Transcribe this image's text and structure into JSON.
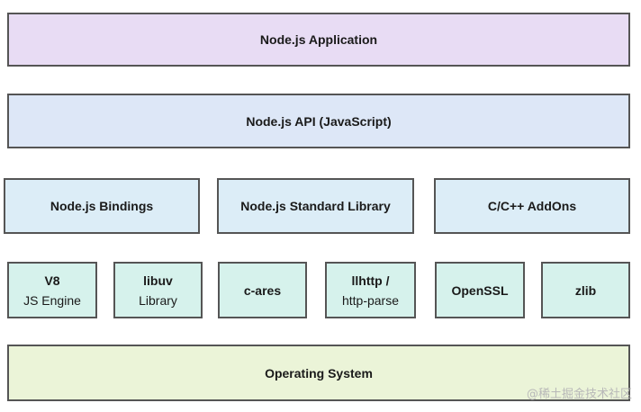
{
  "layers": {
    "application": {
      "label": "Node.js Application",
      "color": "#e8dcf4"
    },
    "api": {
      "label": "Node.js API (JavaScript)",
      "color": "#dde7f7"
    },
    "bindings": {
      "label": "Node.js Bindings",
      "color": "#dcedf7"
    },
    "stdlib": {
      "label": "Node.js Standard Library",
      "color": "#dcedf7"
    },
    "addons": {
      "label": "C/C++ AddOns",
      "color": "#dcedf7"
    },
    "v8": {
      "label": "V8",
      "sublabel": "JS Engine",
      "color": "#d6f2ec"
    },
    "libuv": {
      "label": "libuv",
      "sublabel": "Library",
      "color": "#d6f2ec"
    },
    "cares": {
      "label": "c-ares",
      "color": "#d6f2ec"
    },
    "llhttp": {
      "label": "llhttp /",
      "sublabel": "http-parse",
      "color": "#d6f2ec"
    },
    "openssl": {
      "label": "OpenSSL",
      "color": "#d6f2ec"
    },
    "zlib": {
      "label": "zlib",
      "color": "#d6f2ec"
    },
    "os": {
      "label": "Operating System",
      "color": "#ebf4d8"
    }
  },
  "watermark": "@稀土掘金技术社区"
}
